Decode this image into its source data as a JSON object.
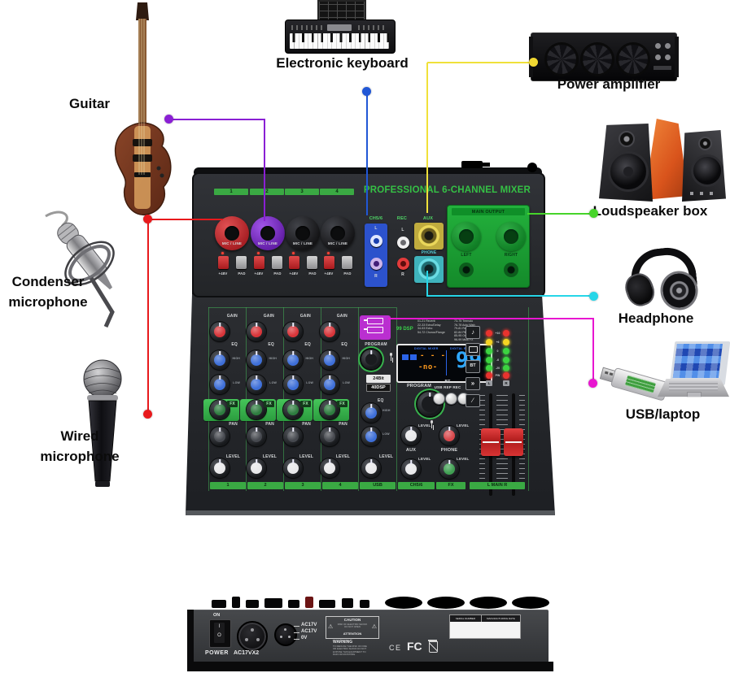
{
  "devices": {
    "guitar": {
      "label": "Guitar"
    },
    "keyboard": {
      "label": "Electronic keyboard"
    },
    "amplifier": {
      "label": "Power amplifier"
    },
    "loudspeaker": {
      "label": "Loudspeaker box"
    },
    "headphone": {
      "label": "Headphone"
    },
    "usb_laptop": {
      "label": "USB/laptop"
    },
    "condenser_mic": {
      "label_line1": "Condenser",
      "label_line2": "microphone"
    },
    "wired_mic": {
      "label_line1": "Wired",
      "label_line2": "microphone"
    }
  },
  "connections": {
    "microphone_color": "#e8191c",
    "guitar_color": "#8a1fd4",
    "keyboard_color": "#2157d6",
    "amplifier_color": "#f0e13a",
    "loudspeaker_color": "#46d42a",
    "headphone_color": "#27d6e8",
    "usb_color": "#e816d0"
  },
  "mixer_top": {
    "title": "PROFESSIONAL 6-CHANNEL MIXER",
    "channel_numbers": [
      "1",
      "2",
      "3",
      "4"
    ],
    "mic_line": "MIC / LINE",
    "phantom_48v": "+48V",
    "pad": "PAD",
    "ch56_label": "CH5/6",
    "rec_label": "REC",
    "aux_label": "AUX",
    "phone_label": "PHONE",
    "main_output": "MAIN OUTPUT",
    "left_label": "LEFT",
    "right_label": "RIGHT",
    "l": "L",
    "r": "R"
  },
  "mixer_surface": {
    "gain": "GAIN",
    "eq": "EQ",
    "high": "HIGH",
    "low": "LOW",
    "fx": "FX",
    "pan": "PAN",
    "level": "LEVEL",
    "program": "PROGRAM",
    "badge_top": "24Bit",
    "badge_bottom": "40DSP",
    "bt_label": "BT",
    "transport_labels": "USB REP REC",
    "dsp_header": "99 DSP",
    "dsp_list_left": [
      "01-21 Reverb",
      "22-33 Echo/Delay",
      "34-53 Echo",
      "54-72 Chorus/Flange"
    ],
    "dsp_list_right": [
      "73-75 Tremolo",
      "76-78 Auto Wah",
      "79-81 Radio Voice",
      "82-84 Pitch Shifter",
      "85-95 On/Off",
      "96-99 Multi FX"
    ],
    "display": {
      "digital_mixer": "DIGITAL MIXER",
      "digital_effects": "DIGITAL EFFECTS",
      "effect_value": "- - -",
      "program_value": "-no-",
      "number": "99"
    },
    "meter_labels": [
      "+10",
      "+6",
      "0",
      "-6",
      "-20",
      "PW"
    ],
    "meter_l": "L",
    "meter_r": "R",
    "strip_labels": [
      "1",
      "2",
      "3",
      "4",
      "USB",
      "CH5/6",
      "FX",
      "L MAIN R"
    ],
    "aux_knob": "AUX",
    "phone_knob": "PHONE"
  },
  "back_panel": {
    "on": "ON",
    "power": "POWER",
    "connector": "AC17VX2",
    "pins": [
      "AC17V",
      "AC17V",
      "0V"
    ],
    "caution": "CAUTION",
    "caution_small": "RISK OF ELECTRIC SHOCK DO NOT OPEN",
    "attention": "ATTENTION",
    "warning": "WARNING",
    "warning_small": "TO REDUCE THE RISK OF FIRE OR ELECTRIC SHOCK DO NOT EXPOSE THIS EQUIPMENT TO RAIN OR MOISTURE",
    "serial_number": "SERIAL NUMBER",
    "manufacturing_date": "MANUFACTURING DATE",
    "ce": "CE",
    "fcc": "FC"
  }
}
